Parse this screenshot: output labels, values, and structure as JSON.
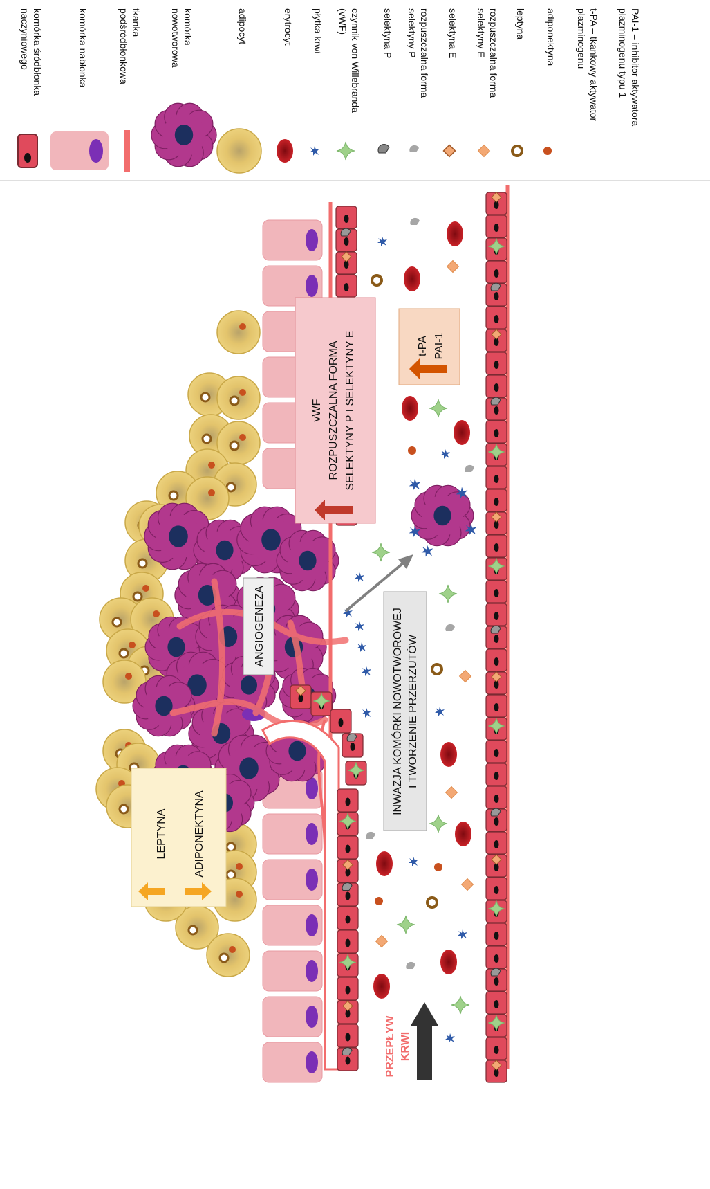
{
  "legend": {
    "items": [
      {
        "icon": "endothelial-cell-icon",
        "lines": [
          "komórka śródbłonka",
          "naczyniowego"
        ]
      },
      {
        "icon": "epithelial-cell-icon",
        "lines": [
          "komórka nabłonka"
        ]
      },
      {
        "icon": "subendothelial-tissue-icon",
        "lines": [
          "tkanka",
          "podśródbłonkowa"
        ]
      },
      {
        "icon": "tumor-cell-icon",
        "lines": [
          "komórka",
          "nowotworowa"
        ]
      },
      {
        "icon": "adipocyte-icon",
        "lines": [
          "adipocyt"
        ]
      },
      {
        "icon": "erythrocyte-icon",
        "lines": [
          "erytrocyt"
        ]
      },
      {
        "icon": "platelet-icon",
        "lines": [
          "płytka krwi"
        ]
      },
      {
        "icon": "vwf-icon",
        "lines": [
          "czynnik von Willebranda",
          "(vWF)"
        ]
      },
      {
        "icon": "p-selectin-icon",
        "lines": [
          "selektyna P"
        ]
      },
      {
        "icon": "soluble-p-selectin-icon",
        "lines": [
          "rozpuszczalna forma",
          "selektyny P"
        ]
      },
      {
        "icon": "e-selectin-icon",
        "lines": [
          "selektyna E"
        ]
      },
      {
        "icon": "soluble-e-selectin-icon",
        "lines": [
          "rozpuszczalna forma",
          "selektyny E"
        ]
      },
      {
        "icon": "leptin-icon",
        "lines": [
          "leptyna"
        ]
      },
      {
        "icon": "adiponectin-icon",
        "lines": [
          "adiponektyna"
        ]
      }
    ],
    "abbreviations": [
      {
        "lines": [
          "t-PA – tkankowy aktywator",
          "plazminogenu"
        ]
      },
      {
        "lines": [
          "PAI-1 – inhibitor aktywatora",
          "plazminogenu typu 1"
        ]
      }
    ]
  },
  "labels": {
    "vwf_box": [
      "vWF",
      "ROZPUSZCZALNA FORMA",
      "SELEKTYNY P I SELEKTYNY E"
    ],
    "tpa_box": [
      "t-PA",
      "PAI-1"
    ],
    "angiogenesis": "ANGIOGENEZA",
    "invasion_box": [
      "INWAZJA KOMÓRKI NOWOTWOROWEJ",
      "I TWORZENIE PRZERZUTÓW"
    ],
    "adipokine_box": [
      "LEPTYNA",
      "ADIPONEKTYNA"
    ],
    "blood_flow": [
      "PRZEPŁYW",
      "KRWI"
    ]
  },
  "colors": {
    "endothelial": "#e04a5c",
    "epithelial": "#f1b6bb",
    "subendothelial": "#f26d6d",
    "tumor": "#b2388d",
    "tumor_nucleus": "#1c2f5e",
    "adipocyte": "#e6c66b",
    "erythrocyte": "#b7141c",
    "platelet": "#2f5aa8",
    "vwf": "#8ec97c",
    "selectin_p": "#8c8c8c",
    "selectin_e": "#f0a063",
    "leptin": "#8a5a18",
    "adiponectin": "#c8501e",
    "epithelial_nucleus": "#7b2fb5",
    "vwf_arrow": "#c0392b",
    "tpa_arrow": "#d35400",
    "adipokine_arrow": "#f5a623",
    "flow_arrow": "#333333",
    "flow_text": "#f26d6d"
  }
}
